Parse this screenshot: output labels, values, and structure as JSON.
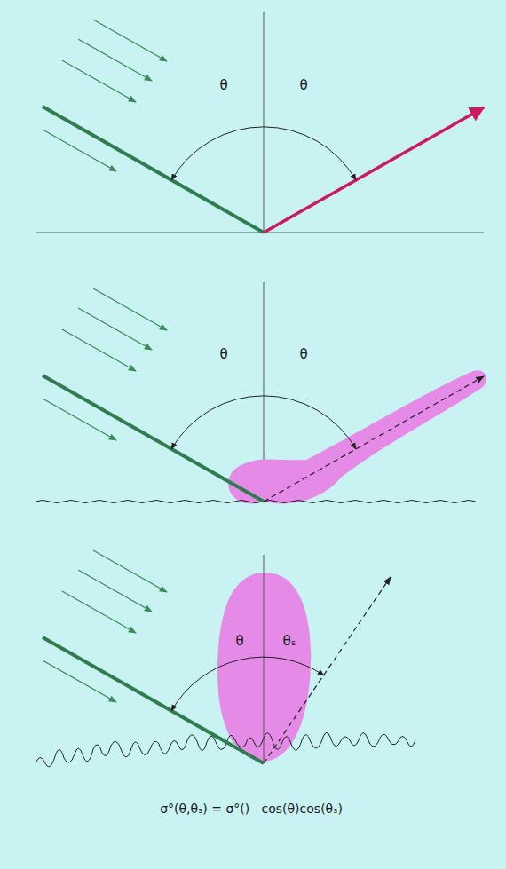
{
  "diagram": {
    "labels": [
      "θ",
      "θ",
      "θ",
      "θ",
      "θ",
      "θₛ",
      "σ°(θ,θₛ) = σ°()   cos(θ)cos(θₛ)"
    ]
  }
}
